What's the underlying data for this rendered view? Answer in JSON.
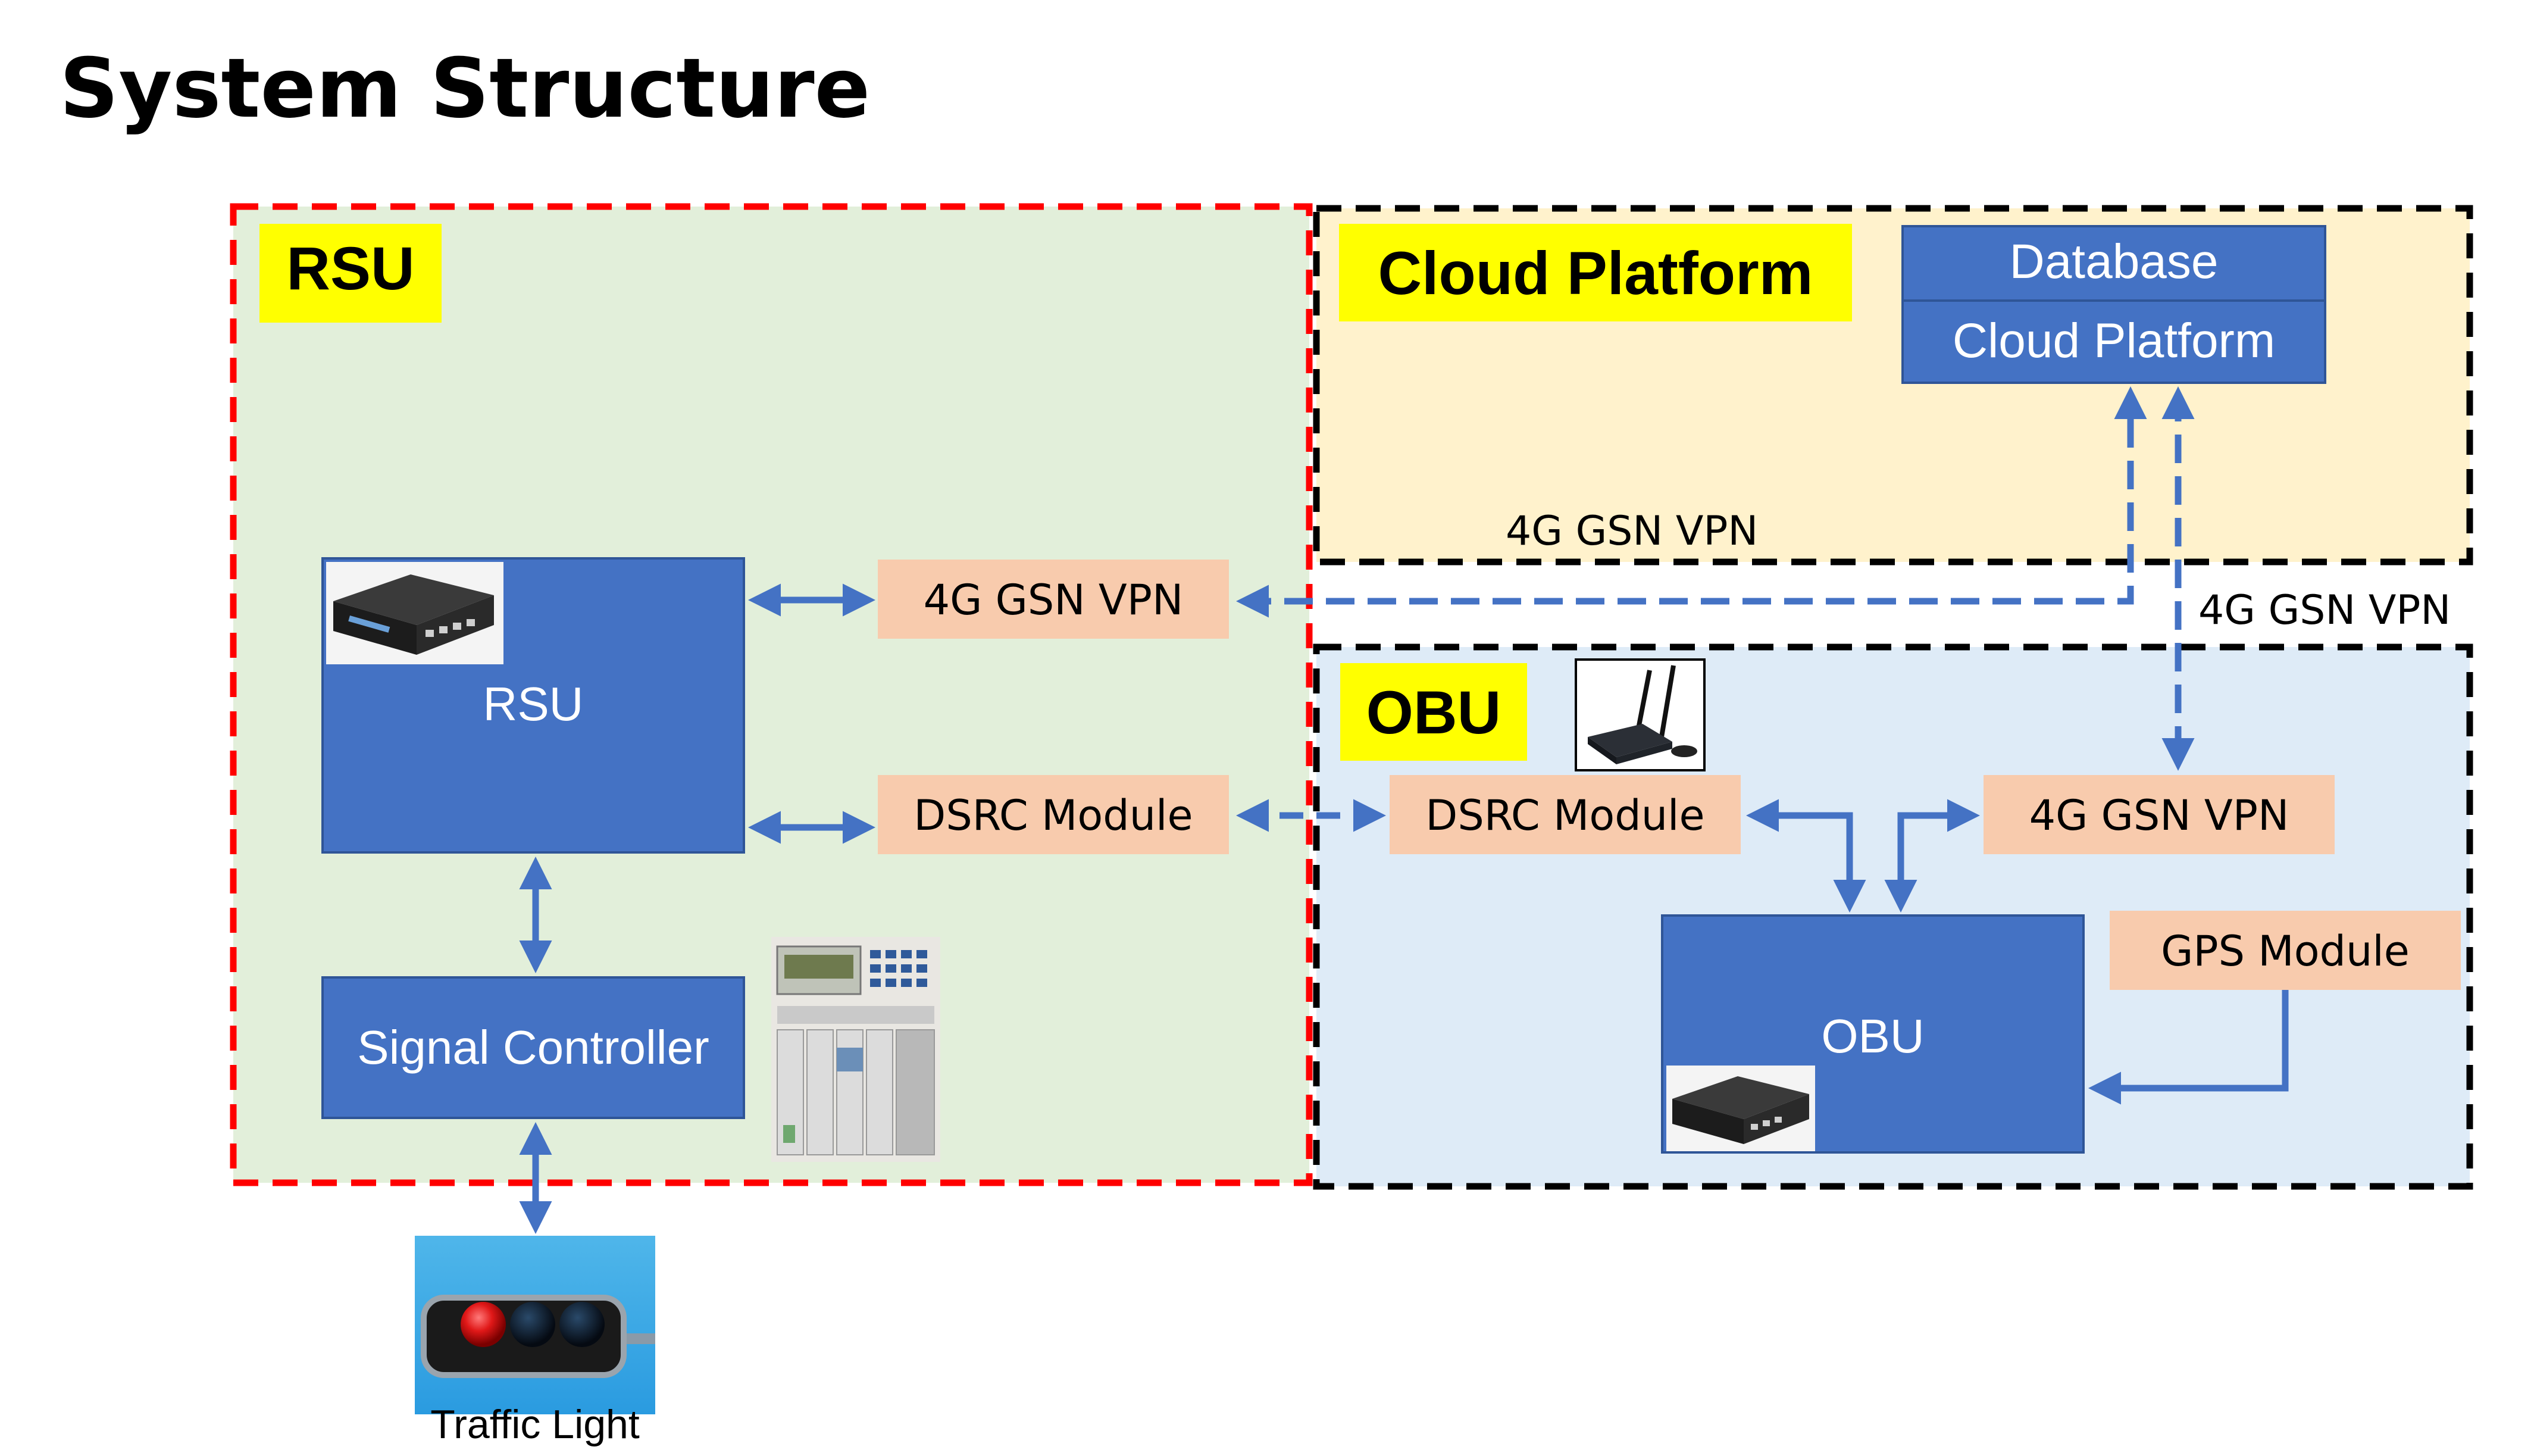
{
  "page": {
    "title": "System Structure"
  },
  "regions": {
    "rsu": {
      "label": "RSU"
    },
    "cloud": {
      "label": "Cloud Platform"
    },
    "obu": {
      "label": "OBU"
    }
  },
  "nodes": {
    "database": "Database",
    "cloud_platform": "Cloud Platform",
    "rsu": "RSU",
    "signal_controller": "Signal Controller",
    "rsu_vpn": "4G GSN VPN",
    "rsu_dsrc": "DSRC Module",
    "obu_dsrc": "DSRC Module",
    "obu_vpn": "4G GSN VPN",
    "obu": "OBU",
    "gps": "GPS Module"
  },
  "edge_labels": {
    "cloud_rsu_link": "4G GSN VPN",
    "cloud_obu_link": "4G GSN VPN"
  },
  "images": {
    "traffic_light_caption": "Traffic Light"
  },
  "colors": {
    "node_blue": "#4472C4",
    "module_peach": "#F8CBAD",
    "rsu_region_fill": "#E2EFDA",
    "cloud_region_fill": "#FFF2CC",
    "obu_region_fill": "#DEEBF7",
    "rsu_border_red": "#FF0000",
    "label_yellow": "#FFFF00",
    "arrow_blue": "#4472C4"
  }
}
